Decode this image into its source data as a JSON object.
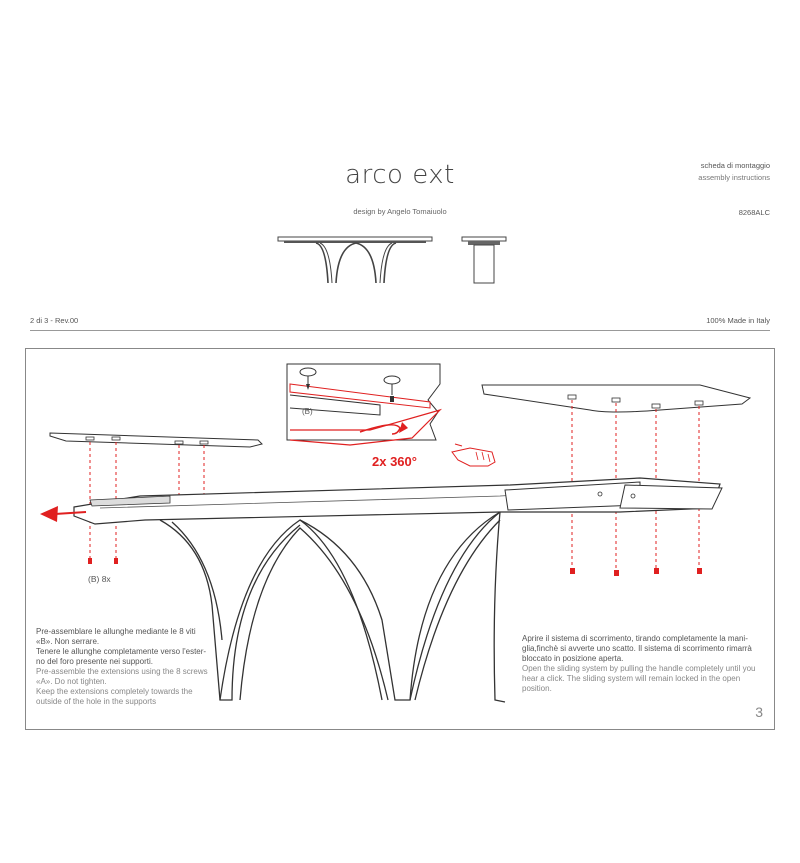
{
  "header": {
    "title": "arco ext",
    "designer": "design by Angelo Tomaiuolo",
    "sheet_it": "scheda di montaggio",
    "sheet_en": "assembly instructions",
    "product_code": "8268ALC"
  },
  "subheader": {
    "page_info": "2 di 3 - Rev.00",
    "made_in": "100% Made in Italy"
  },
  "diagram": {
    "screw_label_top": "(B)",
    "rotation_label": "2x 360°",
    "screw_label_bottom": "(B) 8x",
    "accent_color": "#e02020"
  },
  "instructions": {
    "left_it": [
      "Pre-assemblare le allunghe mediante le 8 viti",
      "«B». Non serrare.",
      "Tenere le allunghe completamente verso l'ester-",
      "no del foro presente nei supporti."
    ],
    "left_en": [
      "Pre-assemble the extensions using the 8 screws",
      "«A». Do not tighten.",
      "Keep the extensions completely towards the",
      "outside of the hole in the supports"
    ],
    "right_it": [
      "Aprire il sistema di scorrimento, tirando completamente la mani-",
      "glia,finchè si avverte uno scatto. Il sistema di scorrimento rimarrà",
      "bloccato in posizione aperta."
    ],
    "right_en": [
      "Open the sliding system by pulling the handle completely until you",
      "hear a click. The sliding system will remain locked in the open",
      "position."
    ]
  },
  "page_number": "3"
}
